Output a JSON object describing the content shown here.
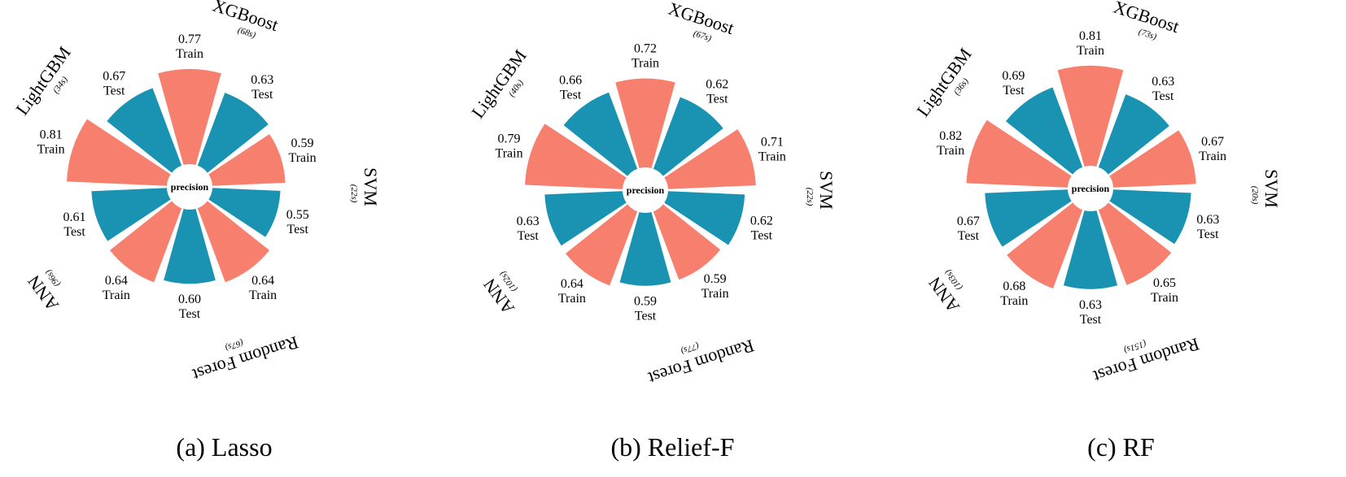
{
  "colors": {
    "train": "#f77f6d",
    "test": "#1a93b3"
  },
  "metric": "precision",
  "chart_data": [
    {
      "type": "polar-bar",
      "caption": "(a) Lasso",
      "center_label": "precision",
      "models": [
        {
          "name": "XGBoost",
          "time": "(68s)"
        },
        {
          "name": "SVM",
          "time": "(22s)"
        },
        {
          "name": "Random Forest",
          "time": "(67s)"
        },
        {
          "name": "ANN",
          "time": "(96s)"
        },
        {
          "name": "LightGBM",
          "time": "(34s)"
        }
      ],
      "bars": [
        {
          "model": "XGBoost",
          "set": "Train",
          "value": 0.77
        },
        {
          "model": "XGBoost",
          "set": "Test",
          "value": 0.63
        },
        {
          "model": "SVM",
          "set": "Train",
          "value": 0.59
        },
        {
          "model": "SVM",
          "set": "Test",
          "value": 0.55
        },
        {
          "model": "Random Forest",
          "set": "Train",
          "value": 0.64
        },
        {
          "model": "Random Forest",
          "set": "Test",
          "value": 0.6
        },
        {
          "model": "ANN",
          "set": "Train",
          "value": 0.64
        },
        {
          "model": "ANN",
          "set": "Test",
          "value": 0.61
        },
        {
          "model": "LightGBM",
          "set": "Train",
          "value": 0.81
        },
        {
          "model": "LightGBM",
          "set": "Test",
          "value": 0.67
        }
      ]
    },
    {
      "type": "polar-bar",
      "caption": "(b) Relief-F",
      "center_label": "precision",
      "models": [
        {
          "name": "XGBoost",
          "time": "(67s)"
        },
        {
          "name": "SVM",
          "time": "(22s)"
        },
        {
          "name": "Random Forest",
          "time": "(77s)"
        },
        {
          "name": "ANN",
          "time": "(102s)"
        },
        {
          "name": "LightGBM",
          "time": "(40s)"
        }
      ],
      "bars": [
        {
          "model": "XGBoost",
          "set": "Train",
          "value": 0.72
        },
        {
          "model": "XGBoost",
          "set": "Test",
          "value": 0.62
        },
        {
          "model": "SVM",
          "set": "Train",
          "value": 0.71
        },
        {
          "model": "SVM",
          "set": "Test",
          "value": 0.62
        },
        {
          "model": "Random Forest",
          "set": "Train",
          "value": 0.59
        },
        {
          "model": "Random Forest",
          "set": "Test",
          "value": 0.59
        },
        {
          "model": "ANN",
          "set": "Train",
          "value": 0.64
        },
        {
          "model": "ANN",
          "set": "Test",
          "value": 0.63
        },
        {
          "model": "LightGBM",
          "set": "Train",
          "value": 0.79
        },
        {
          "model": "LightGBM",
          "set": "Test",
          "value": 0.66
        }
      ]
    },
    {
      "type": "polar-bar",
      "caption": "(c) RF",
      "center_label": "precision",
      "models": [
        {
          "name": "XGBoost",
          "time": "(73s)"
        },
        {
          "name": "SVM",
          "time": "(20s)"
        },
        {
          "name": "Random Forest",
          "time": "(151s)"
        },
        {
          "name": "ANN",
          "time": "(103s)"
        },
        {
          "name": "LightGBM",
          "time": "(36s)"
        }
      ],
      "bars": [
        {
          "model": "XGBoost",
          "set": "Train",
          "value": 0.81
        },
        {
          "model": "XGBoost",
          "set": "Test",
          "value": 0.63
        },
        {
          "model": "SVM",
          "set": "Train",
          "value": 0.67
        },
        {
          "model": "SVM",
          "set": "Test",
          "value": 0.63
        },
        {
          "model": "Random Forest",
          "set": "Train",
          "value": 0.65
        },
        {
          "model": "Random Forest",
          "set": "Test",
          "value": 0.63
        },
        {
          "model": "ANN",
          "set": "Train",
          "value": 0.68
        },
        {
          "model": "ANN",
          "set": "Test",
          "value": 0.67
        },
        {
          "model": "LightGBM",
          "set": "Train",
          "value": 0.82
        },
        {
          "model": "LightGBM",
          "set": "Test",
          "value": 0.69
        }
      ]
    }
  ]
}
